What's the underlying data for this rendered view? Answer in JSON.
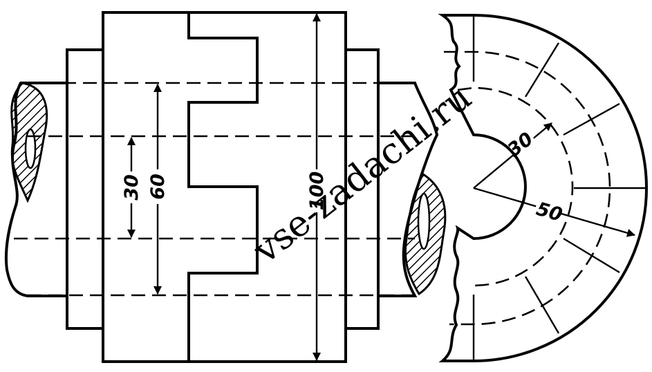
{
  "drawing": {
    "dimensions": {
      "inner_bore": "30",
      "shaft_diameter": "60",
      "outer_diameter": "100",
      "section_radius_inner": "30",
      "section_radius_outer": "50"
    },
    "watermark": "vse-zadachi.ru"
  }
}
